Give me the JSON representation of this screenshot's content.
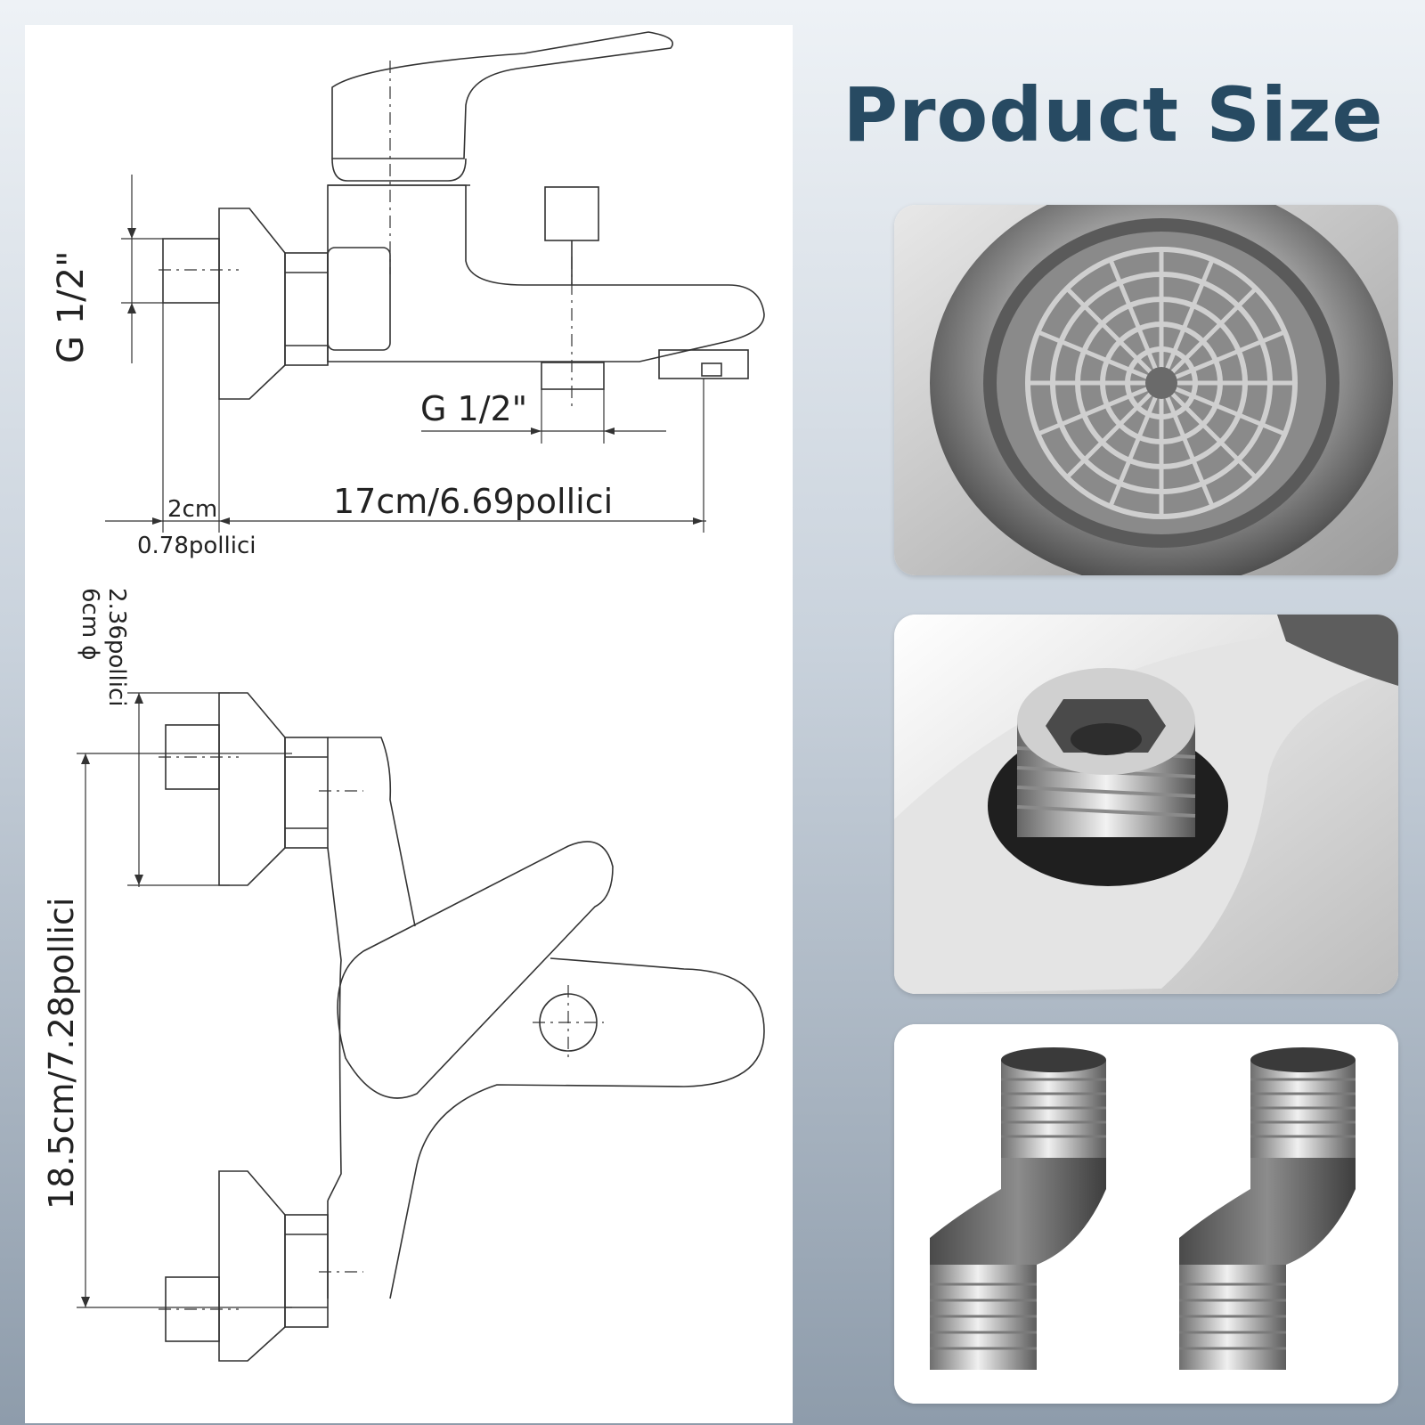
{
  "title": "Product Size",
  "dimensions": {
    "inlet_thread_side": "G 1/2\"",
    "outlet_thread_bottom": "G 1/2\"",
    "depth_cm": "17cm/6.69pollici",
    "offset_cm": "2cm",
    "offset_in": "0.78pollici",
    "escutcheon_diameter_cm": "6cm ϕ",
    "escutcheon_diameter_in": "2.36pollici",
    "height": "18.5cm/7.28pollici"
  },
  "photos": [
    {
      "icon": "aerator-icon"
    },
    {
      "icon": "threaded-connector-icon"
    },
    {
      "icon": "eccentric-fittings-icon"
    }
  ],
  "colors": {
    "title": "#274a62",
    "line": "#333333"
  }
}
